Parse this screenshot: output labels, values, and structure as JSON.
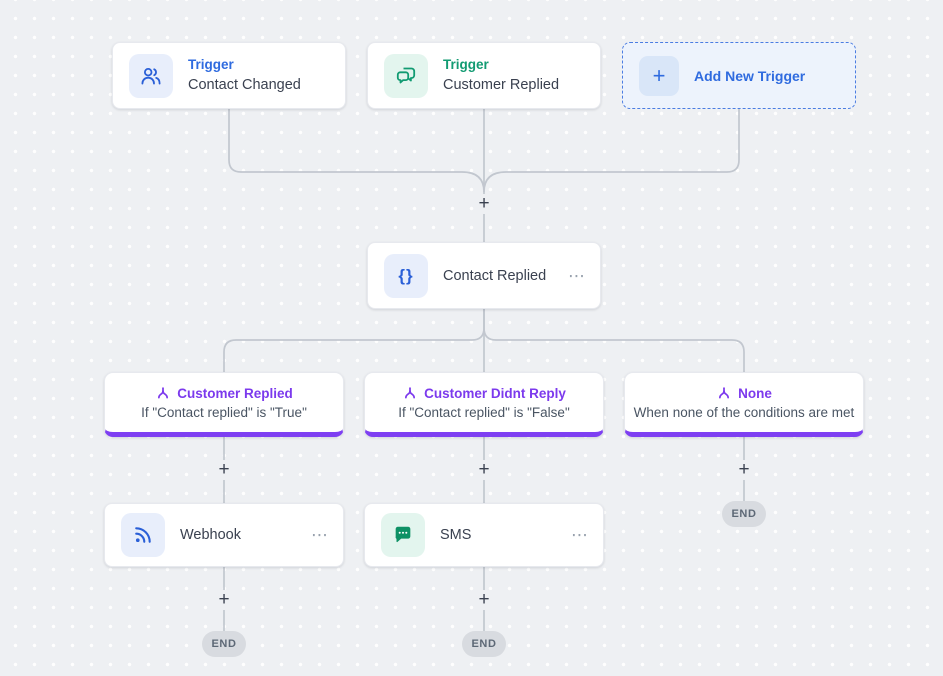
{
  "flow": {
    "trigger_contact_changed": {
      "label": "Trigger",
      "title": "Contact Changed"
    },
    "trigger_customer_replied": {
      "label": "Trigger",
      "title": "Customer Replied"
    },
    "add_new_trigger": {
      "label": "Add New Trigger"
    },
    "contact_replied_action": {
      "title": "Contact Replied"
    },
    "conditions": [
      {
        "title": "Customer Replied",
        "subtitle": "If \"Contact replied\" is \"True\""
      },
      {
        "title": "Customer Didnt Reply",
        "subtitle": "If \"Contact replied\" is \"False\""
      },
      {
        "title": "None",
        "subtitle": "When none of the conditions are met"
      }
    ],
    "webhook_action": {
      "title": "Webhook"
    },
    "sms_action": {
      "title": "SMS"
    }
  },
  "glyphs": {
    "plus": "+",
    "ellipsis": "⋯",
    "end": "END",
    "braces": "{}"
  },
  "colors": {
    "background": "#eef0f3",
    "connector": "#c2c7cf",
    "blue_accent": "#2f6bdf",
    "green_accent": "#129b72",
    "purple_accent": "#7c3aed",
    "condition_bar": "#7e3ff2",
    "end_pill_bg": "#d8dbe0"
  }
}
